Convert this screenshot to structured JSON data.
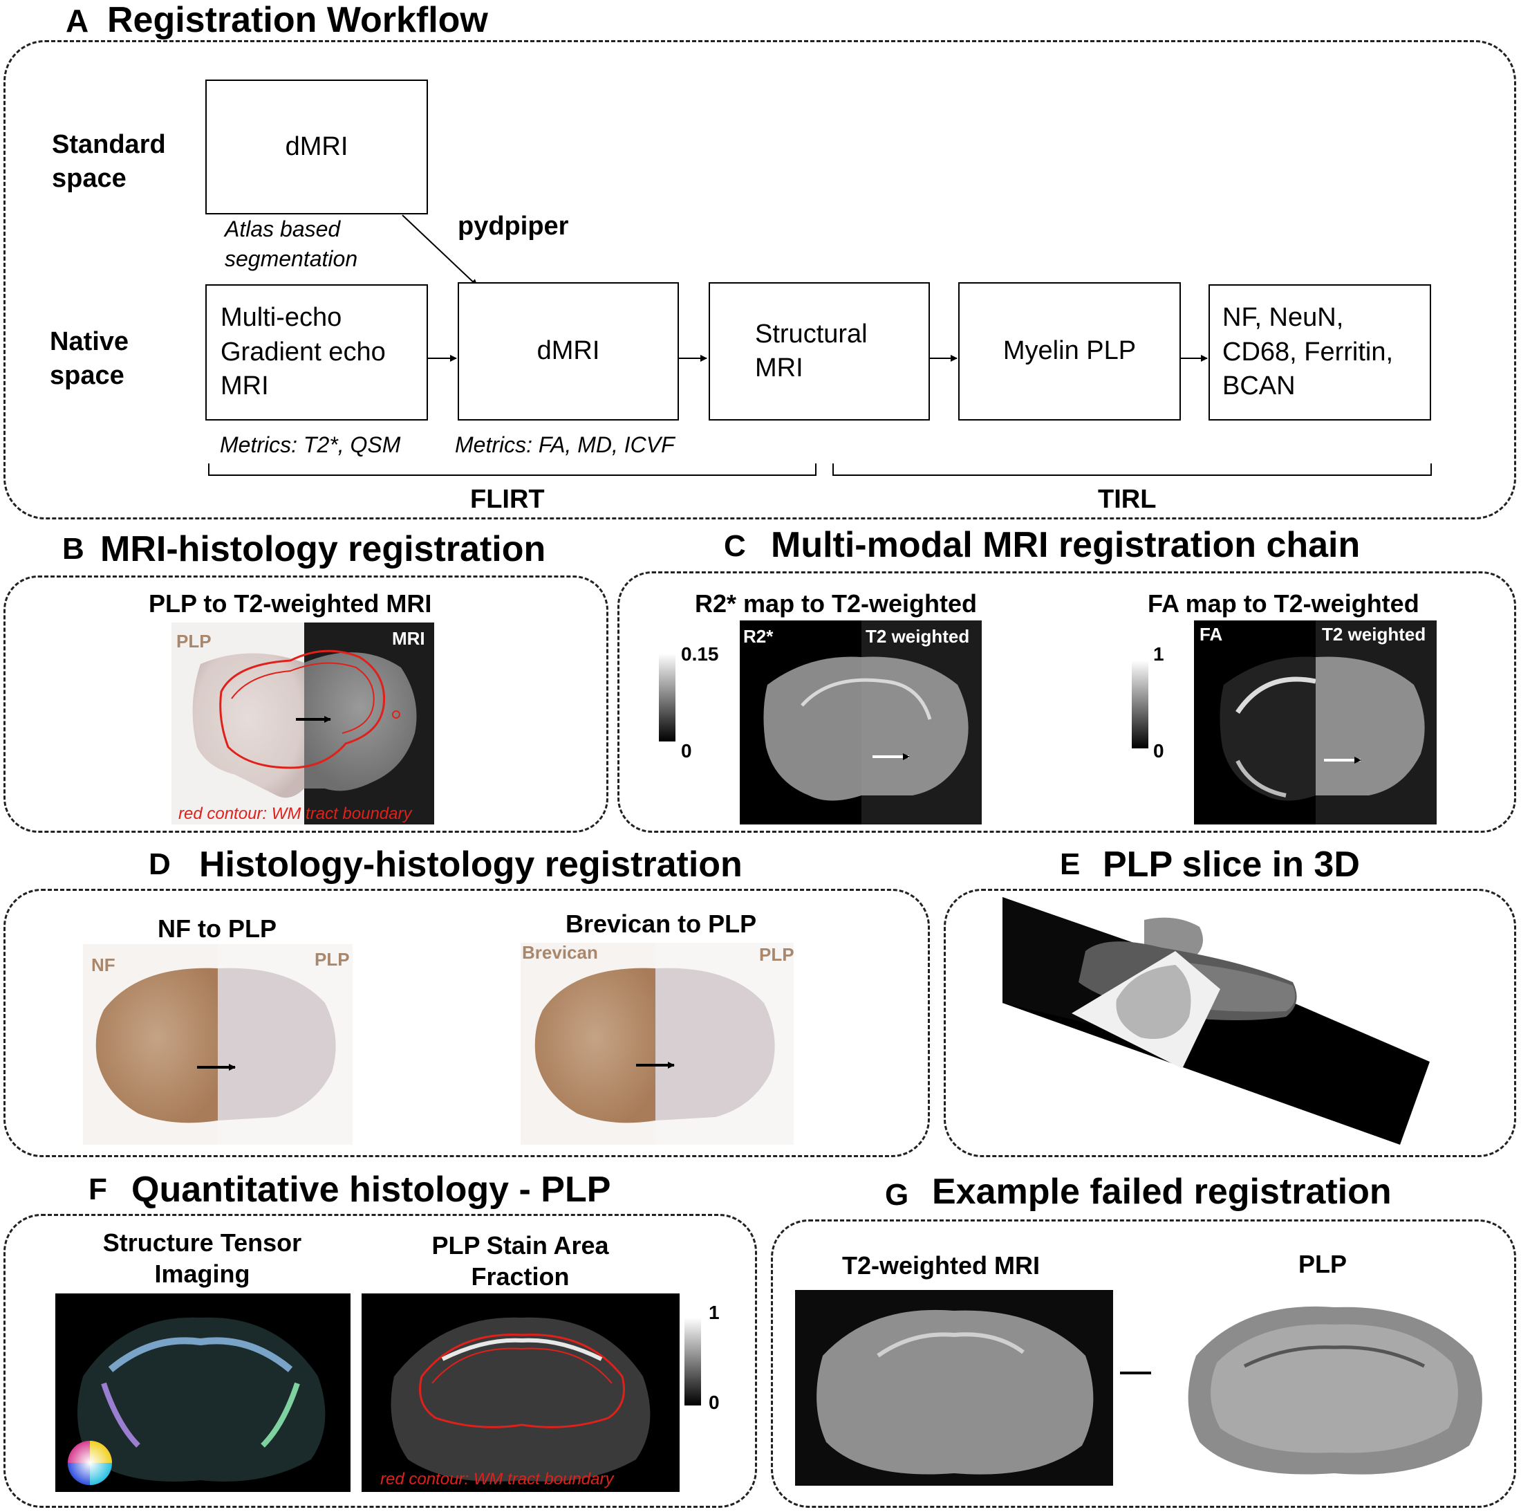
{
  "panel_a": {
    "letter": "A",
    "title": "Registration Workflow",
    "standard_space": "Standard space",
    "native_space": "Native space",
    "box_dmri_std": "dMRI",
    "atlas_note_1": "Atlas based",
    "atlas_note_2": "segmentation",
    "pydpiper": "pydpiper",
    "box_multiecho": [
      "Multi-echo",
      "Gradient echo",
      "MRI"
    ],
    "box_dmri_native": "dMRI",
    "box_structural": [
      "Structural",
      "MRI"
    ],
    "box_myelin": "Myelin PLP",
    "box_stains": [
      "NF, NeuN,",
      "CD68, Ferritin,",
      "BCAN"
    ],
    "metrics_1": "Metrics: T2*, QSM",
    "metrics_2": "Metrics: FA, MD, ICVF",
    "flirt": "FLIRT",
    "tirl": "TIRL"
  },
  "panel_b": {
    "letter": "B",
    "title": "MRI-histology registration",
    "subtitle": "PLP to T2-weighted MRI",
    "label_left": "PLP",
    "label_right": "MRI",
    "caption": "red contour: WM tract boundary"
  },
  "panel_c": {
    "letter": "C",
    "title": "Multi-modal MRI registration chain",
    "sub_left": "R2* map to T2-weighted",
    "sub_right": "FA map to T2-weighted",
    "r2_tag": "R2*",
    "t2_tag_1": "T2 weighted",
    "fa_tag": "FA",
    "t2_tag_2": "T2 weighted",
    "cbar1_max": "0.15",
    "cbar1_min": "0",
    "cbar2_max": "1",
    "cbar2_min": "0"
  },
  "panel_d": {
    "letter": "D",
    "title": "Histology-histology registration",
    "sub_left": "NF to PLP",
    "sub_right": "Brevican to PLP",
    "nf": "NF",
    "plp1": "PLP",
    "brevican": "Brevican",
    "plp2": "PLP"
  },
  "panel_e": {
    "letter": "E",
    "title": "PLP slice in 3D"
  },
  "panel_f": {
    "letter": "F",
    "title": "Quantitative histology - PLP",
    "sub_left": [
      "Structure Tensor",
      "Imaging"
    ],
    "sub_right": [
      "PLP Stain Area",
      "Fraction"
    ],
    "cbar_max": "1",
    "cbar_min": "0",
    "caption": "red contour: WM tract boundary"
  },
  "panel_g": {
    "letter": "G",
    "title": "Example failed registration",
    "sub_left": "T2-weighted MRI",
    "sub_right": "PLP"
  }
}
